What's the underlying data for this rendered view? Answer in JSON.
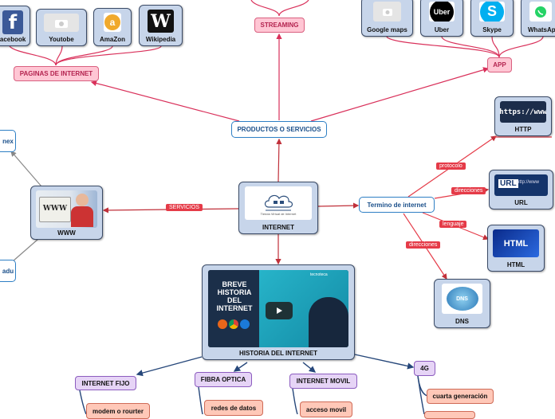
{
  "center": {
    "label": "INTERNET",
    "thumb_text": "Tienda Virtual de Internet"
  },
  "productos": {
    "label": "PRODUCTOS O SERVICIOS"
  },
  "streaming": {
    "label": "STREAMING"
  },
  "paginas": {
    "label": "PAGINAS DE INTERNET"
  },
  "app": {
    "label": "APP"
  },
  "www": {
    "label": "WWW",
    "thumb_text": "WWW"
  },
  "servicios_label": "SERVICIOS",
  "termino": {
    "label": "Termino de internet"
  },
  "edge_labels": {
    "protocolo": "protocolo",
    "dir1": "direcciones",
    "lenguaje": "lenguaje",
    "dir2": "direcciones"
  },
  "http": {
    "label": "HTTP",
    "thumb_text": "https://www"
  },
  "url": {
    "label": "URL",
    "thumb_text": "URL",
    "thumb_sub": "http://www"
  },
  "html": {
    "label": "HTML",
    "thumb_text": "HTML"
  },
  "dns": {
    "label": "DNS",
    "thumb_text": "DNS"
  },
  "left_partial_top": "nex",
  "left_partial_bottom": "adu",
  "pages": [
    {
      "label": "Facebook",
      "glyph": "f",
      "color": "#3b5998"
    },
    {
      "label": "Youtobe",
      "glyph": "",
      "color": "#e5e5e5"
    },
    {
      "label": "AmaZon",
      "glyph": "a",
      "color": "#f0a92c"
    },
    {
      "label": "Wikipedia",
      "glyph": "W",
      "color": "#ffffff"
    }
  ],
  "apps": [
    {
      "label": "Google maps",
      "glyph": "",
      "color": "#e5e5e5"
    },
    {
      "label": "Uber",
      "glyph": "Uber",
      "color": "#000000"
    },
    {
      "label": "Skype",
      "glyph": "S",
      "color": "#00aff0"
    },
    {
      "label": "WhatsApp",
      "glyph": "",
      "color": "#25d366"
    }
  ],
  "historia": {
    "label": "HISTORIA DEL INTERNET",
    "video_title": "BREVE HISTORIA DEL INTERNET",
    "brand": "tecnoteca"
  },
  "historia_children": [
    {
      "label": "INTERNET FIJO",
      "child": "modem o rourter"
    },
    {
      "label": "FIBRA OPTICA",
      "child": "redes de datos"
    },
    {
      "label": "INTERNET MOVIL",
      "child": "acceso movil"
    },
    {
      "label": "4G",
      "child": "cuarta generación"
    }
  ],
  "colors": {
    "blue": "#2e7fc4",
    "pink": "#d9607f",
    "red_edge": "#e53b48",
    "dark_edge": "#26477a",
    "grey_edge": "#888888"
  }
}
